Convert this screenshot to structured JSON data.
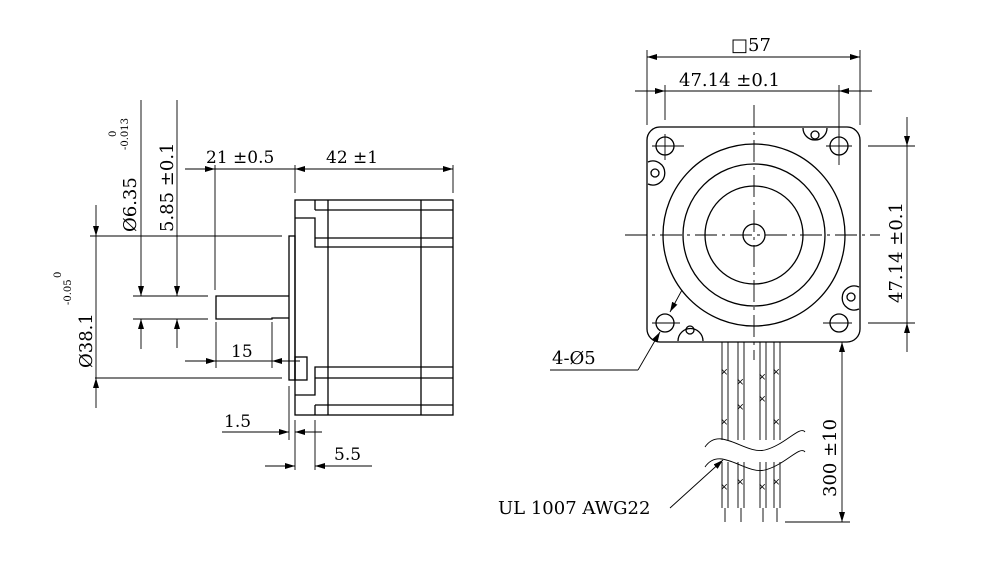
{
  "side_view": {
    "dim_shaft_length": "21 ±0.5",
    "dim_body_length": "42 ±1",
    "dim_shaft_dia": "Ø6.35",
    "dim_shaft_dia_tol_upper": "0",
    "dim_shaft_dia_tol_lower": "-0.013",
    "dim_flat": "5.85 ±0.1",
    "dim_pilot_dia": "Ø38.1",
    "dim_pilot_tol_upper": "0",
    "dim_pilot_tol_lower": "-0.05",
    "dim_flat_length": "15",
    "dim_pilot_height": "1.5",
    "dim_flange": "5.5"
  },
  "front_view": {
    "dim_square": "□57",
    "dim_hole_spacing_h": "47.14 ±0.1",
    "dim_hole_spacing_v": "47.14 ±0.1",
    "dim_holes": "4-Ø5",
    "dim_lead_length": "300 ±10",
    "lead_spec": "UL 1007 AWG22"
  }
}
